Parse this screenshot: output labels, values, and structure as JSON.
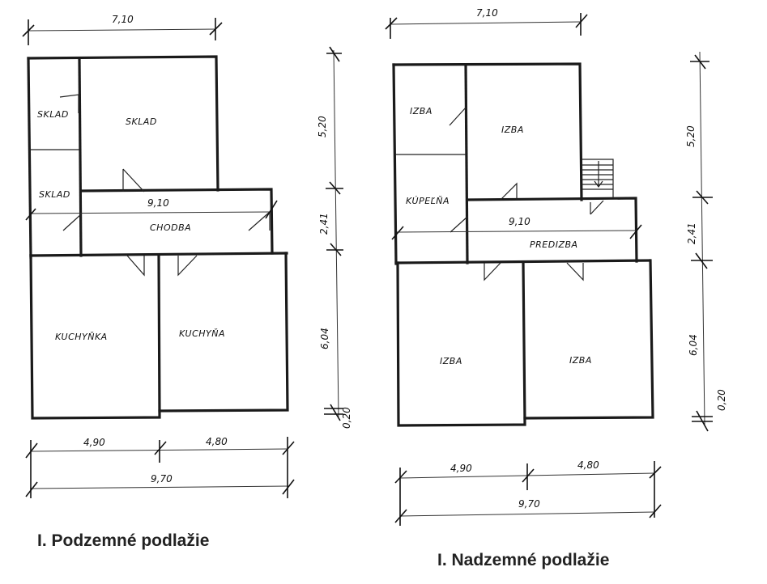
{
  "plans": [
    {
      "id": "basement",
      "title": "I. Podzemné podlažie",
      "rooms": [
        {
          "label": "SKLAD"
        },
        {
          "label": "SKLAD"
        },
        {
          "label": "SKLAD"
        },
        {
          "label": "CHODBA"
        },
        {
          "label": "KUCHYŇKA"
        },
        {
          "label": "KUCHYŇA"
        }
      ],
      "dimensions": {
        "top_width": "7,10",
        "corridor_length": "9,10",
        "bottom_left": "4,90",
        "bottom_right": "4,80",
        "bottom_total": "9,70",
        "vertical": [
          "5,20",
          "2,41",
          "6,04",
          "0,20"
        ]
      }
    },
    {
      "id": "ground",
      "title": "I. Nadzemné podlažie",
      "rooms": [
        {
          "label": "IZBA"
        },
        {
          "label": "IZBA"
        },
        {
          "label": "KÚPEĽŇA"
        },
        {
          "label": "PREDIZBA"
        },
        {
          "label": "IZBA"
        },
        {
          "label": "IZBA"
        }
      ],
      "dimensions": {
        "top_width": "7,10",
        "corridor_length": "9,10",
        "bottom_left": "4,90",
        "bottom_right": "4,80",
        "bottom_total": "9,70",
        "vertical": [
          "5,20",
          "2,41",
          "6,04",
          "0,20"
        ]
      }
    }
  ]
}
